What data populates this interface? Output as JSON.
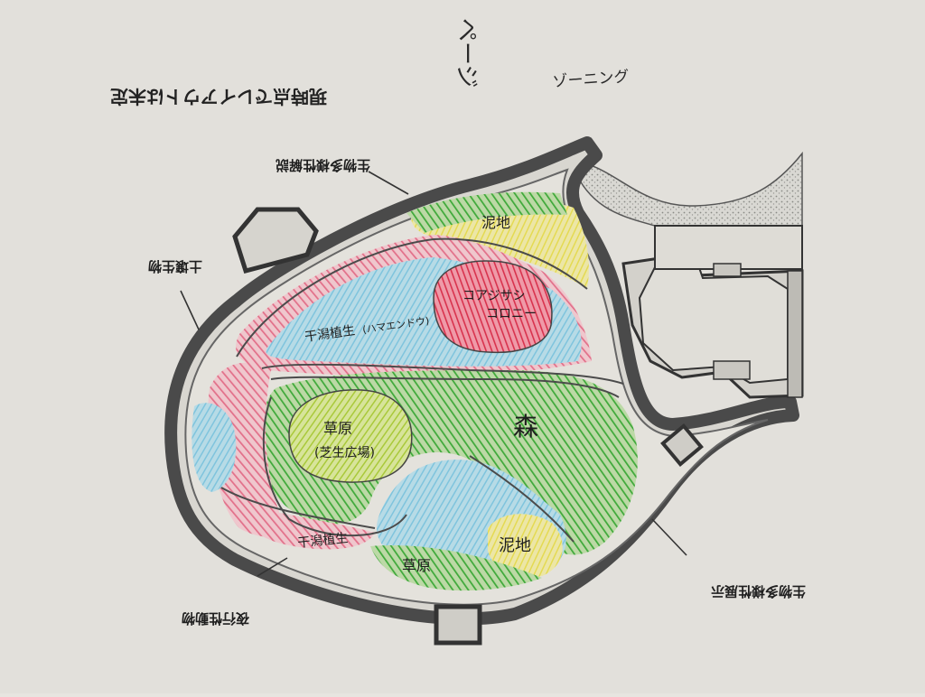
{
  "sheet": {
    "page_label": "ページ",
    "title": "ゾーニング",
    "note": "現時点でレイアウトは未定"
  },
  "zones": {
    "mud_top": "泥地",
    "reed_colony": "コアジサシ\nコロニー",
    "tidal_upper": "干潟植生\n(ハマエンドウ)",
    "meadow": "草原\n(芝生広場)",
    "forest": "森",
    "tidal_lower": "干潟植生",
    "grassland_lower": "草原",
    "mud_lower": "泥地"
  },
  "callouts": {
    "biodiversity_explain": "生物多様性解説",
    "soil_creatures": "土壌生物",
    "biodiversity_display": "生物多様性展示",
    "nocturnal_animals": "夜行性動物"
  },
  "colors": {
    "paper": "#e7e5e0",
    "wall": "#5a5a5a",
    "green": "#3fa93a",
    "pink": "#e2708a",
    "blue": "#7fc4dd",
    "yellow": "#e4da52",
    "lime": "#a9c93a",
    "red": "#d8324d"
  }
}
